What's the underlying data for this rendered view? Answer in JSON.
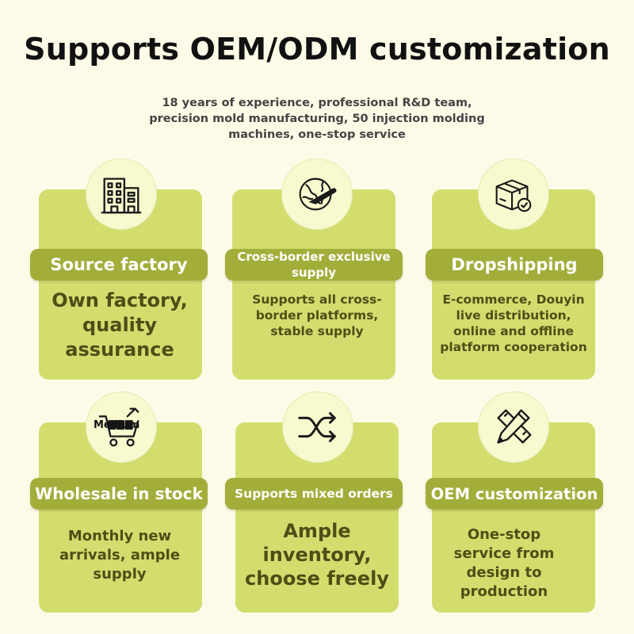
{
  "header": {
    "title": "Supports OEM/ODM customization",
    "subtitle": "18 years of experience, professional R&D team, precision mold manufacturing, 50 injection molding machines, one-stop service"
  },
  "colors": {
    "background": "#fdfbe7",
    "card": "#d2dd6e",
    "label_bar": "#a3ad3a",
    "icon_circle": "#f8f9cf",
    "text_dark": "#4e4e16"
  },
  "features": [
    {
      "icon": "factory-icon",
      "label": "Source factory",
      "desc": "Own factory, quality assurance"
    },
    {
      "icon": "globe-plane-icon",
      "label": "Cross-border exclusive supply",
      "desc": "Supports all cross-border platforms, stable supply"
    },
    {
      "icon": "package-check-icon",
      "label": "Dropshipping",
      "desc": "E-commerce, Douyin live distribution, online and offline platform cooperation"
    },
    {
      "icon": "shopping-cart-icon",
      "icon_overlay_text": "Medium",
      "label": "Wholesale in stock",
      "desc": "Monthly new arrivals, ample supply"
    },
    {
      "icon": "shuffle-icon",
      "label": "Supports mixed orders",
      "desc": "Ample inventory, choose freely"
    },
    {
      "icon": "pencil-ruler-icon",
      "label": "OEM customization",
      "desc": "One-stop service from design to production"
    }
  ]
}
